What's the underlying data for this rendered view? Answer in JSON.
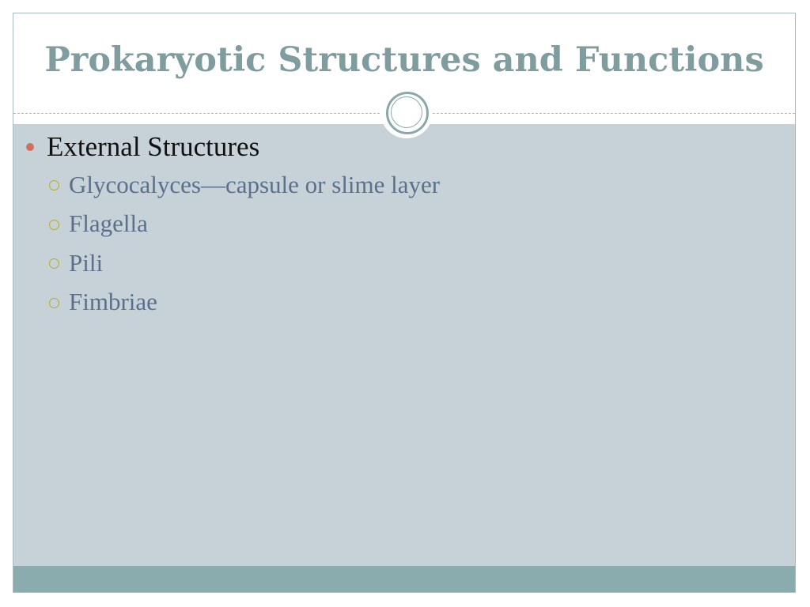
{
  "slide": {
    "title": "Prokaryotic Structures and Functions",
    "bullets": [
      {
        "label": "External Structures",
        "items": [
          "Glycocalyces—capsule or slime layer",
          "Flagella",
          "Pili",
          "Fimbriae"
        ]
      }
    ]
  },
  "colors": {
    "title": "#7f9c9f",
    "content_background": "#c6d2d8",
    "footer_bar": "#8aacae",
    "level1_bullet": "#d1705e",
    "level2_bullet": "#b6aa2e",
    "level2_text": "#5c6f8c"
  }
}
